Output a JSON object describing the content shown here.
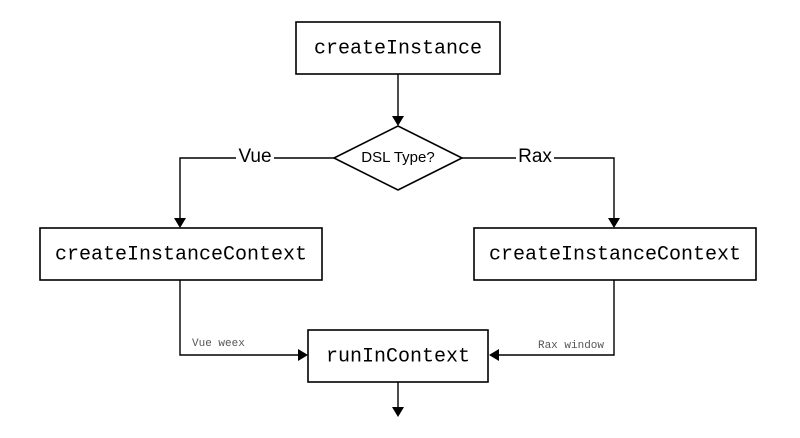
{
  "nodes": {
    "create_instance": "createInstance",
    "dsl_type": "DSL Type?",
    "left_context": "createInstanceContext",
    "right_context": "createInstanceContext",
    "run_in_context": "runInContext"
  },
  "branches": {
    "left": "Vue",
    "right": "Rax"
  },
  "edge_labels": {
    "left": "Vue weex",
    "right": "Rax window"
  }
}
